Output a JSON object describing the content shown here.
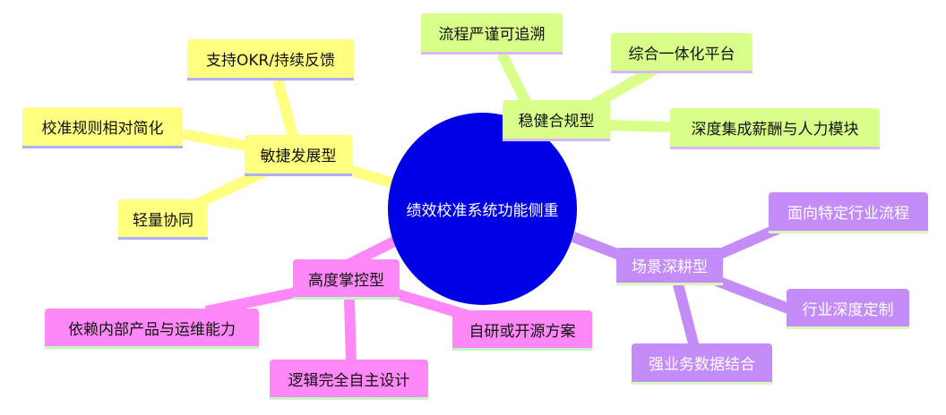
{
  "center": {
    "label": "绩效校准系统功能侧重",
    "color": "#0000e6"
  },
  "branches": [
    {
      "label": "敏捷发展型",
      "color": "#ffff80",
      "children": [
        "支持OKR/持续反馈",
        "校准规则相对简化",
        "轻量协同"
      ]
    },
    {
      "label": "稳健合规型",
      "color": "#d9ff8a",
      "children": [
        "流程严谨可追溯",
        "综合一体化平台",
        "深度集成薪酬与人力模块"
      ]
    },
    {
      "label": "场景深耕型",
      "color": "#c48cf8",
      "children": [
        "面向特定行业流程",
        "行业深度定制",
        "强业务数据结合"
      ]
    },
    {
      "label": "高度掌控型",
      "color": "#ff88f8",
      "children": [
        "依赖内部产品与运维能力",
        "自研或开源方案",
        "逻辑完全自主设计"
      ]
    }
  ]
}
